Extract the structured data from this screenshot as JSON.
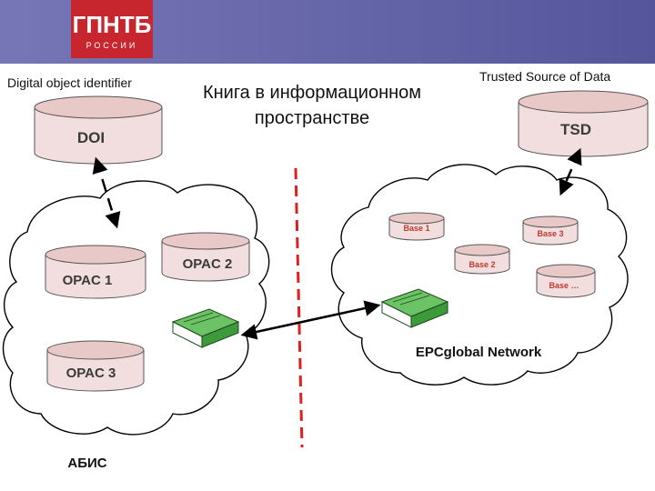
{
  "header": {
    "logo_text": "ГПНТБ",
    "logo_subtext": "РОССИИ",
    "band_color": "#5a5aa0",
    "logo_color": "#c8262e"
  },
  "title": {
    "line1": "Книга в информационном",
    "line2": "пространстве"
  },
  "left_caption": "Digital object identifier",
  "right_caption": "Trusted Source of Data",
  "databases": {
    "doi": "DOI",
    "tsd": "TSD",
    "opac1": "OPAC 1",
    "opac2": "OPAC 2",
    "opac3": "OPAC 3",
    "base1": "Base 1",
    "base2": "Base 2",
    "base3": "Base 3",
    "base_more": "Base …"
  },
  "network_label": "EPCglobal Network",
  "abis_label": "АБИС",
  "colors": {
    "db_fill": "#f2dede",
    "db_top": "#e9c8c8",
    "db_text": "#3a3a3a",
    "db_small_text": "#c0392b",
    "divider": "#e02020",
    "book": "#3d9a3a"
  }
}
